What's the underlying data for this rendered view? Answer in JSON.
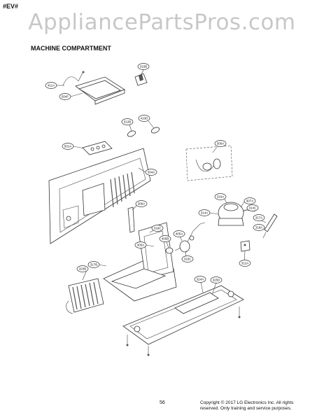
{
  "header": {
    "doc_code": "#EV#"
  },
  "watermark": "AppliancePartsPros.com",
  "section_title": "MACHINE COMPARTMENT",
  "callouts": [
    "315B",
    "411A",
    "504F",
    "312B",
    "410D",
    "501A",
    "300A",
    "304A",
    "306A",
    "316A",
    "307A",
    "314A",
    "314C",
    "317A",
    "318A",
    "319C",
    "405A",
    "405B",
    "305A",
    "316C",
    "312A",
    "323B",
    "317B",
    "324A",
    "325D"
  ],
  "footer": {
    "page_number": "56",
    "copyright_line1": "Copyright © 2017 LG Electronics Inc. All rights",
    "copyright_line2": "reserved. Only training and service purposes."
  }
}
